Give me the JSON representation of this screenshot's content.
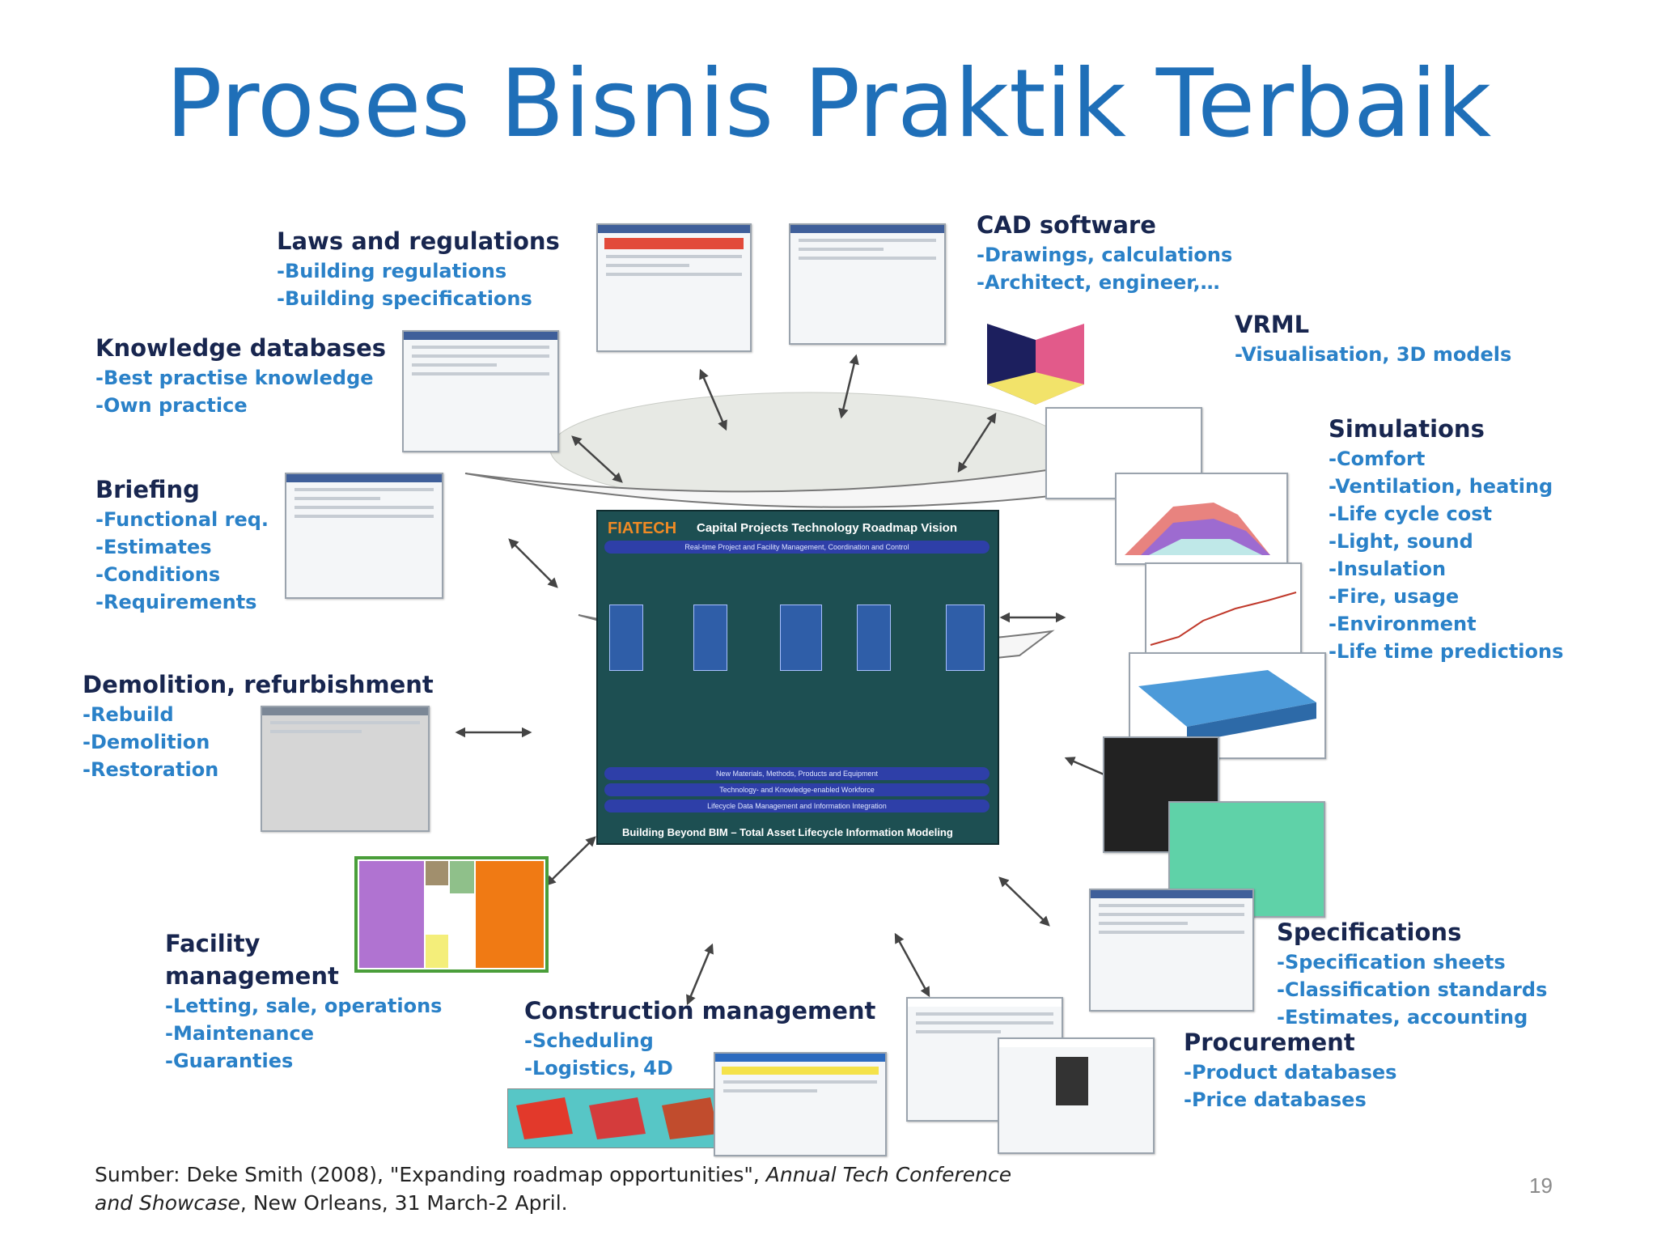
{
  "slide": {
    "title": "Proses Bisnis Praktik Terbaik",
    "page_number": "19"
  },
  "blocks": {
    "laws": {
      "heading": "Laws and regulations",
      "items": [
        "-Building regulations",
        "-Building specifications"
      ]
    },
    "knowledge": {
      "heading": "Knowledge databases",
      "items": [
        "-Best practise knowledge",
        "-Own practice"
      ]
    },
    "briefing": {
      "heading": "Briefing",
      "items": [
        "-Functional req.",
        "-Estimates",
        "-Conditions",
        "-Requirements"
      ]
    },
    "demolition": {
      "heading": "Demolition, refurbishment",
      "items": [
        "-Rebuild",
        "-Demolition",
        "-Restoration"
      ]
    },
    "facility": {
      "heading_line1": "Facility",
      "heading_line2": "management",
      "items": [
        "-Letting, sale, operations",
        "-Maintenance",
        "-Guaranties"
      ]
    },
    "construction": {
      "heading": "Construction management",
      "items": [
        "-Scheduling",
        "-Logistics, 4D"
      ]
    },
    "cad": {
      "heading": "CAD software",
      "items": [
        "-Drawings, calculations",
        "-Architect, engineer,…"
      ]
    },
    "vrml": {
      "heading": "VRML",
      "items": [
        "-Visualisation, 3D models"
      ]
    },
    "simulations": {
      "heading": "Simulations",
      "items": [
        "-Comfort",
        "-Ventilation, heating",
        "-Life cycle cost",
        "-Light, sound",
        "-Insulation",
        "-Fire, usage",
        "-Environment",
        "-Life time predictions"
      ]
    },
    "specifications": {
      "heading": "Specifications",
      "items": [
        "-Specification sheets",
        "-Classification standards",
        "-Estimates, accounting"
      ]
    },
    "procurement": {
      "heading": "Procurement",
      "items": [
        "-Product databases",
        "-Price databases"
      ]
    }
  },
  "center_image": {
    "brand": "FIATECH",
    "title": "Capital Projects Technology Roadmap Vision",
    "top_band": "Real-time Project and Facility Management, Coordination and Control",
    "bands": [
      "New Materials, Methods, Products and Equipment",
      "Technology- and Knowledge-enabled Workforce",
      "Lifecycle Data Management and Information Integration"
    ],
    "footer": "Building Beyond BIM – Total Asset Lifecycle Information Modeling"
  },
  "source": {
    "prefix": "Sumber: Deke Smith (2008), \"Expanding roadmap opportunities\", ",
    "italic1": "Annual Tech Conference",
    "italic2": "and Showcase",
    "suffix": ", New Orleans, 31 March-2 April."
  },
  "colors": {
    "title": "#1f6fb8",
    "heading": "#18264f",
    "item": "#2a81c8"
  }
}
